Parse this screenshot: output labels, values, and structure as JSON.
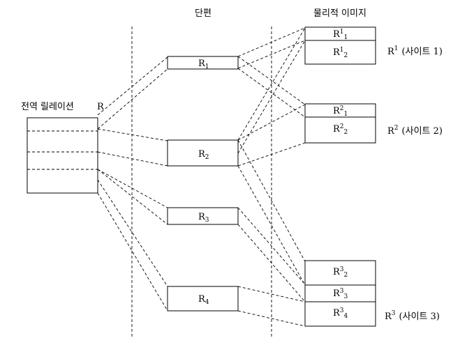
{
  "headers": {
    "fragments": "단편",
    "physical_images": "물리적 이미지"
  },
  "global_relation": {
    "label": "전역 릴레이션",
    "name": "R"
  },
  "fragments": [
    {
      "base": "R",
      "sub": "1"
    },
    {
      "base": "R",
      "sub": "2"
    },
    {
      "base": "R",
      "sub": "3"
    },
    {
      "base": "R",
      "sub": "4"
    }
  ],
  "sites": [
    {
      "label_base": "R",
      "label_sup": "1",
      "label_text": "(사이트 1)",
      "images": [
        {
          "base": "R",
          "sup": "1",
          "sub": "1"
        },
        {
          "base": "R",
          "sup": "1",
          "sub": "2"
        }
      ]
    },
    {
      "label_base": "R",
      "label_sup": "2",
      "label_text": "(사이트 2)",
      "images": [
        {
          "base": "R",
          "sup": "2",
          "sub": "1"
        },
        {
          "base": "R",
          "sup": "2",
          "sub": "2"
        }
      ]
    },
    {
      "label_base": "R",
      "label_sup": "3",
      "label_text": "(사이트 3)",
      "images": [
        {
          "base": "R",
          "sup": "3",
          "sub": "2"
        },
        {
          "base": "R",
          "sup": "3",
          "sub": "3"
        },
        {
          "base": "R",
          "sup": "3",
          "sub": "4"
        }
      ]
    }
  ]
}
